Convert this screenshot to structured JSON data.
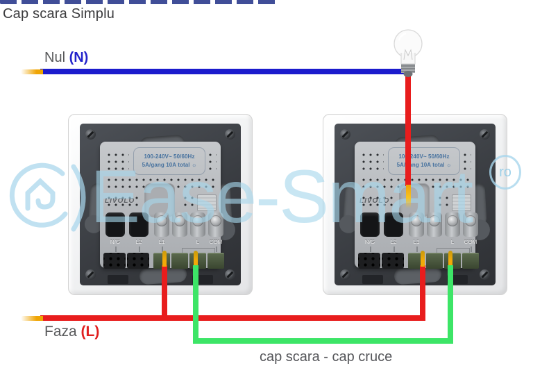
{
  "title": "Cap scara Simplu",
  "labels": {
    "neutral": {
      "name": "Nul ",
      "symbol": "(N)"
    },
    "phase": {
      "name": "Faza ",
      "symbol": "(L)"
    },
    "traveler": "cap scara - cap cruce"
  },
  "switch_module": {
    "brand": "LIVOLO",
    "spec_line1": "100-240V~ 50/60Hz",
    "spec_line2": "5A/gang 10A total",
    "spec_icon": "☼",
    "terminals": [
      "N/G",
      "L2",
      "L1",
      "L",
      "COM"
    ]
  },
  "watermark": {
    "text": "Ease-Smart",
    "badge": "ro"
  },
  "colors": {
    "neutral_wire": "#1c1ccd",
    "phase_wire": "#e81d1d",
    "traveler_wire": "#3de567",
    "wire_tip": "#f0a505",
    "neutral_label": "#2323cb",
    "phase_label": "#e02020",
    "watermark": "#a7d6ec"
  }
}
